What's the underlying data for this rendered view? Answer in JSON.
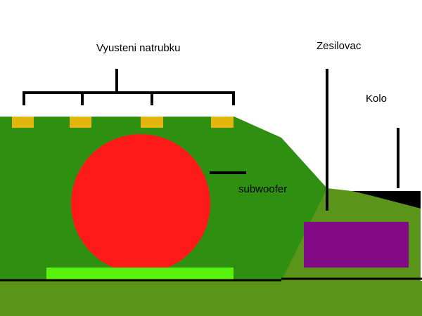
{
  "labels": {
    "vents": "Vyusteni natrubku",
    "amplifier": "Zesilovac",
    "wheel": "Kolo",
    "subwoofer": "subwoofer"
  },
  "colors": {
    "background": "#ffffff",
    "body": "#2f8f10",
    "ground": "#5a951a",
    "vent": "#e3b60d",
    "subwoofer": "#ff1a1a",
    "base_plate": "#58f20f",
    "amplifier": "#820a86",
    "wheel_bar": "#000000",
    "line": "#000000"
  }
}
